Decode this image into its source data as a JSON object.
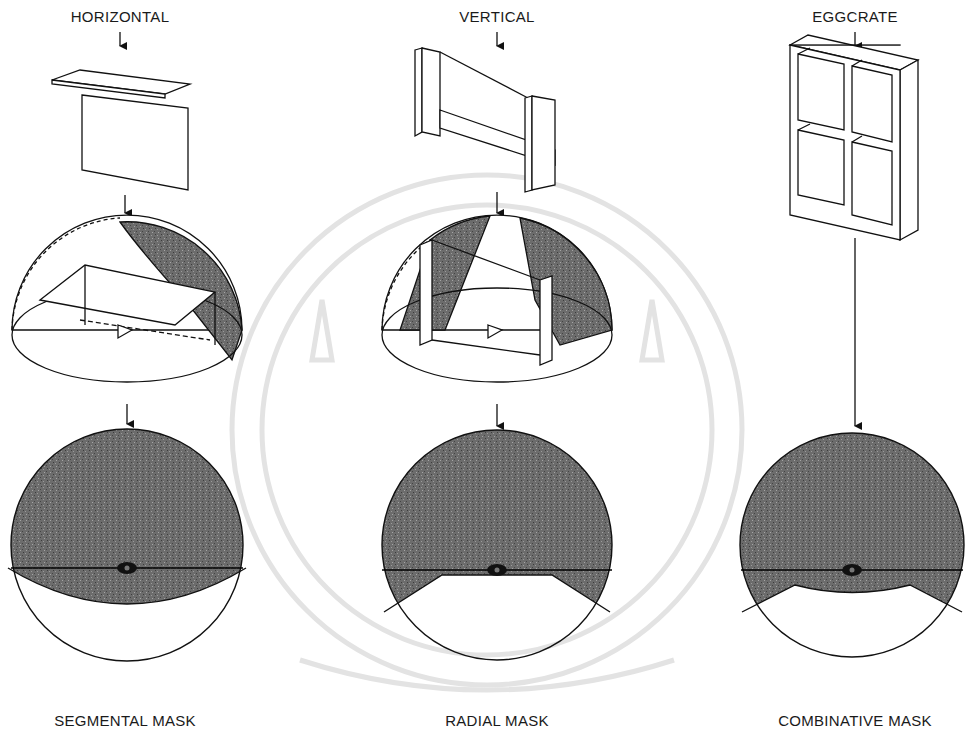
{
  "diagram": {
    "labels": [
      "HORIZONTAL",
      "VERTICAL",
      "EGGCRATE",
      "SEGMENTAL MASK",
      "RADIAL MASK",
      "COMBINATIVE MASK"
    ]
  }
}
